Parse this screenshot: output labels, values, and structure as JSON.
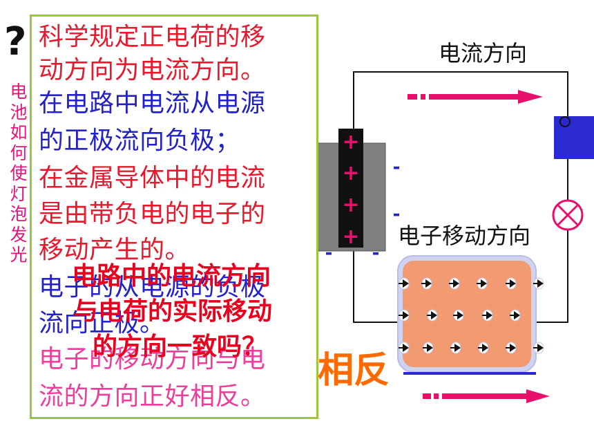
{
  "question_mark": "?",
  "side_question": [
    "电",
    "池",
    "如",
    "何",
    "使",
    "灯",
    "泡",
    "发",
    "光"
  ],
  "textbox_lines": [
    {
      "text": "科学规定正电荷的移",
      "color": "red"
    },
    {
      "text": "动方向为电流方向。",
      "color": "red"
    },
    {
      "text": "在电路中电流从电源",
      "color": "blue"
    },
    {
      "text": "的正极流向负极；",
      "color": "blue"
    },
    {
      "text": "在金属导体中的电流",
      "color": "red"
    },
    {
      "text": "是由带负电的电子的",
      "color": "red"
    },
    {
      "text": "移动产生的。",
      "color": "red"
    },
    {
      "text": "电子的从电源的负极",
      "color": "blue"
    },
    {
      "text": "流向正极。",
      "color": "blue"
    },
    {
      "text": "电子的移动方向与电",
      "color": "pink"
    },
    {
      "text": "流的方向正好相反。",
      "color": "pink"
    }
  ],
  "overlay_question": [
    "电路中的电流方向",
    "与电荷的实际移动",
    "的方向一致吗？"
  ],
  "answer": "相反",
  "labels": {
    "current_direction": "电流方向",
    "electron_direction": "电子移动方向"
  },
  "battery_symbols": {
    "positive": [
      "+",
      "+",
      "+",
      "+"
    ],
    "negative": [
      "-",
      "-",
      "-",
      "-",
      "-",
      "-"
    ]
  },
  "colors": {
    "red_text": "#e8192c",
    "blue_text": "#2222c8",
    "pink_text": "#ee3d9a",
    "box_border": "#9bc53d",
    "answer": "#ff6a00",
    "arrow": "#e8106a",
    "conductor": "#f29a72",
    "switch": "#2a2ad0"
  },
  "icons": [
    "lamp-icon",
    "switch-icon",
    "electron-icon"
  ]
}
